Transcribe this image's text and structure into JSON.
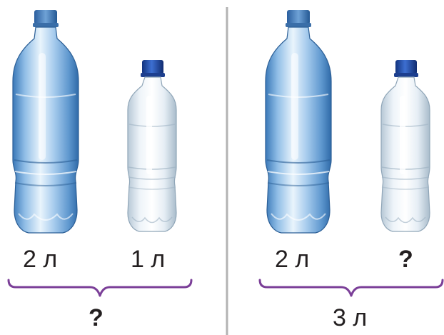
{
  "groups": [
    {
      "bottles": [
        {
          "volume_label": "2 л",
          "size": "large"
        },
        {
          "volume_label": "1 л",
          "size": "small"
        }
      ],
      "total_label": "?"
    },
    {
      "bottles": [
        {
          "volume_label": "2 л",
          "size": "large"
        },
        {
          "volume_label": "?",
          "size": "small"
        }
      ],
      "total_label": "3 л"
    }
  ],
  "colors": {
    "brace": "#7b3f98",
    "divider": "#b3b3b3",
    "cap": "#1f4fb8",
    "text": "#231f20"
  }
}
